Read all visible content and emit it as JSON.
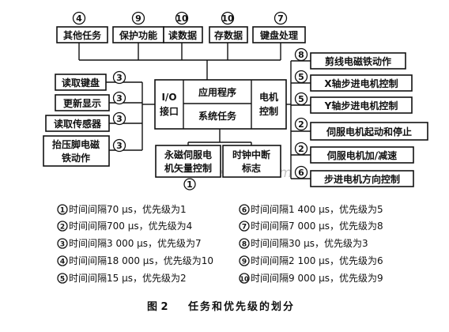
{
  "diagram": {
    "center": {
      "io": [
        "I/O",
        "接口"
      ],
      "app": "应用程序",
      "sys": "系统任务",
      "motor": [
        "电机",
        "控制"
      ]
    },
    "top_tasks": [
      {
        "num": "4",
        "label": "其他任务"
      },
      {
        "num": "9",
        "label": "保护功能"
      },
      {
        "num": "10",
        "label": "读数据"
      },
      {
        "num": "10",
        "label": "存数据"
      },
      {
        "num": "7",
        "label": "键盘处理"
      }
    ],
    "left_tasks": [
      {
        "num": "3",
        "label": "读取键盘"
      },
      {
        "num": "3",
        "label": "更新显示"
      },
      {
        "num": "3",
        "label": "读取传感器"
      },
      {
        "num": "3",
        "label": [
          "抬压脚电磁",
          "铁动作"
        ]
      }
    ],
    "right_tasks": [
      {
        "num": "8",
        "label": "剪线电磁铁动作"
      },
      {
        "num": "5",
        "label": "X轴步进电机控制"
      },
      {
        "num": "5",
        "label": "Y轴步进电机控制"
      },
      {
        "num": "2",
        "label": "伺服电机起动和停止"
      },
      {
        "num": "2",
        "label": "伺服电机加/减速"
      },
      {
        "num": "6",
        "label": "步进电机方向控制"
      }
    ],
    "bottom_tasks": [
      {
        "num": "1",
        "label": [
          "永磁伺服电",
          "机矢量控制"
        ]
      },
      {
        "num": "",
        "label": [
          "时钟中断",
          "标志"
        ]
      }
    ],
    "watermark": "www.elecfans.com"
  },
  "legend": [
    {
      "num": "1",
      "text": "时间间隔70 μs，优先级为1"
    },
    {
      "num": "2",
      "text": "时间间隔700 μs，优先级为4"
    },
    {
      "num": "3",
      "text": "时间间隔3 000 μs，优先级为7"
    },
    {
      "num": "4",
      "text": "时间间隔18 000 μs，优先级为10"
    },
    {
      "num": "5",
      "text": "时间间隔15 μs，优先级为2"
    },
    {
      "num": "6",
      "text": "时间间隔1 400 μs，优先级为5"
    },
    {
      "num": "7",
      "text": "时间间隔7 000 μs，优先级为8"
    },
    {
      "num": "8",
      "text": "时间间隔30 μs，优先级为3"
    },
    {
      "num": "9",
      "text": "时间间隔2 100 μs，优先级为6"
    },
    {
      "num": "10",
      "text": "时间间隔9 000 μs，优先级为9"
    }
  ],
  "caption": {
    "fig": "图 2",
    "title": "任务和优先级的划分"
  }
}
